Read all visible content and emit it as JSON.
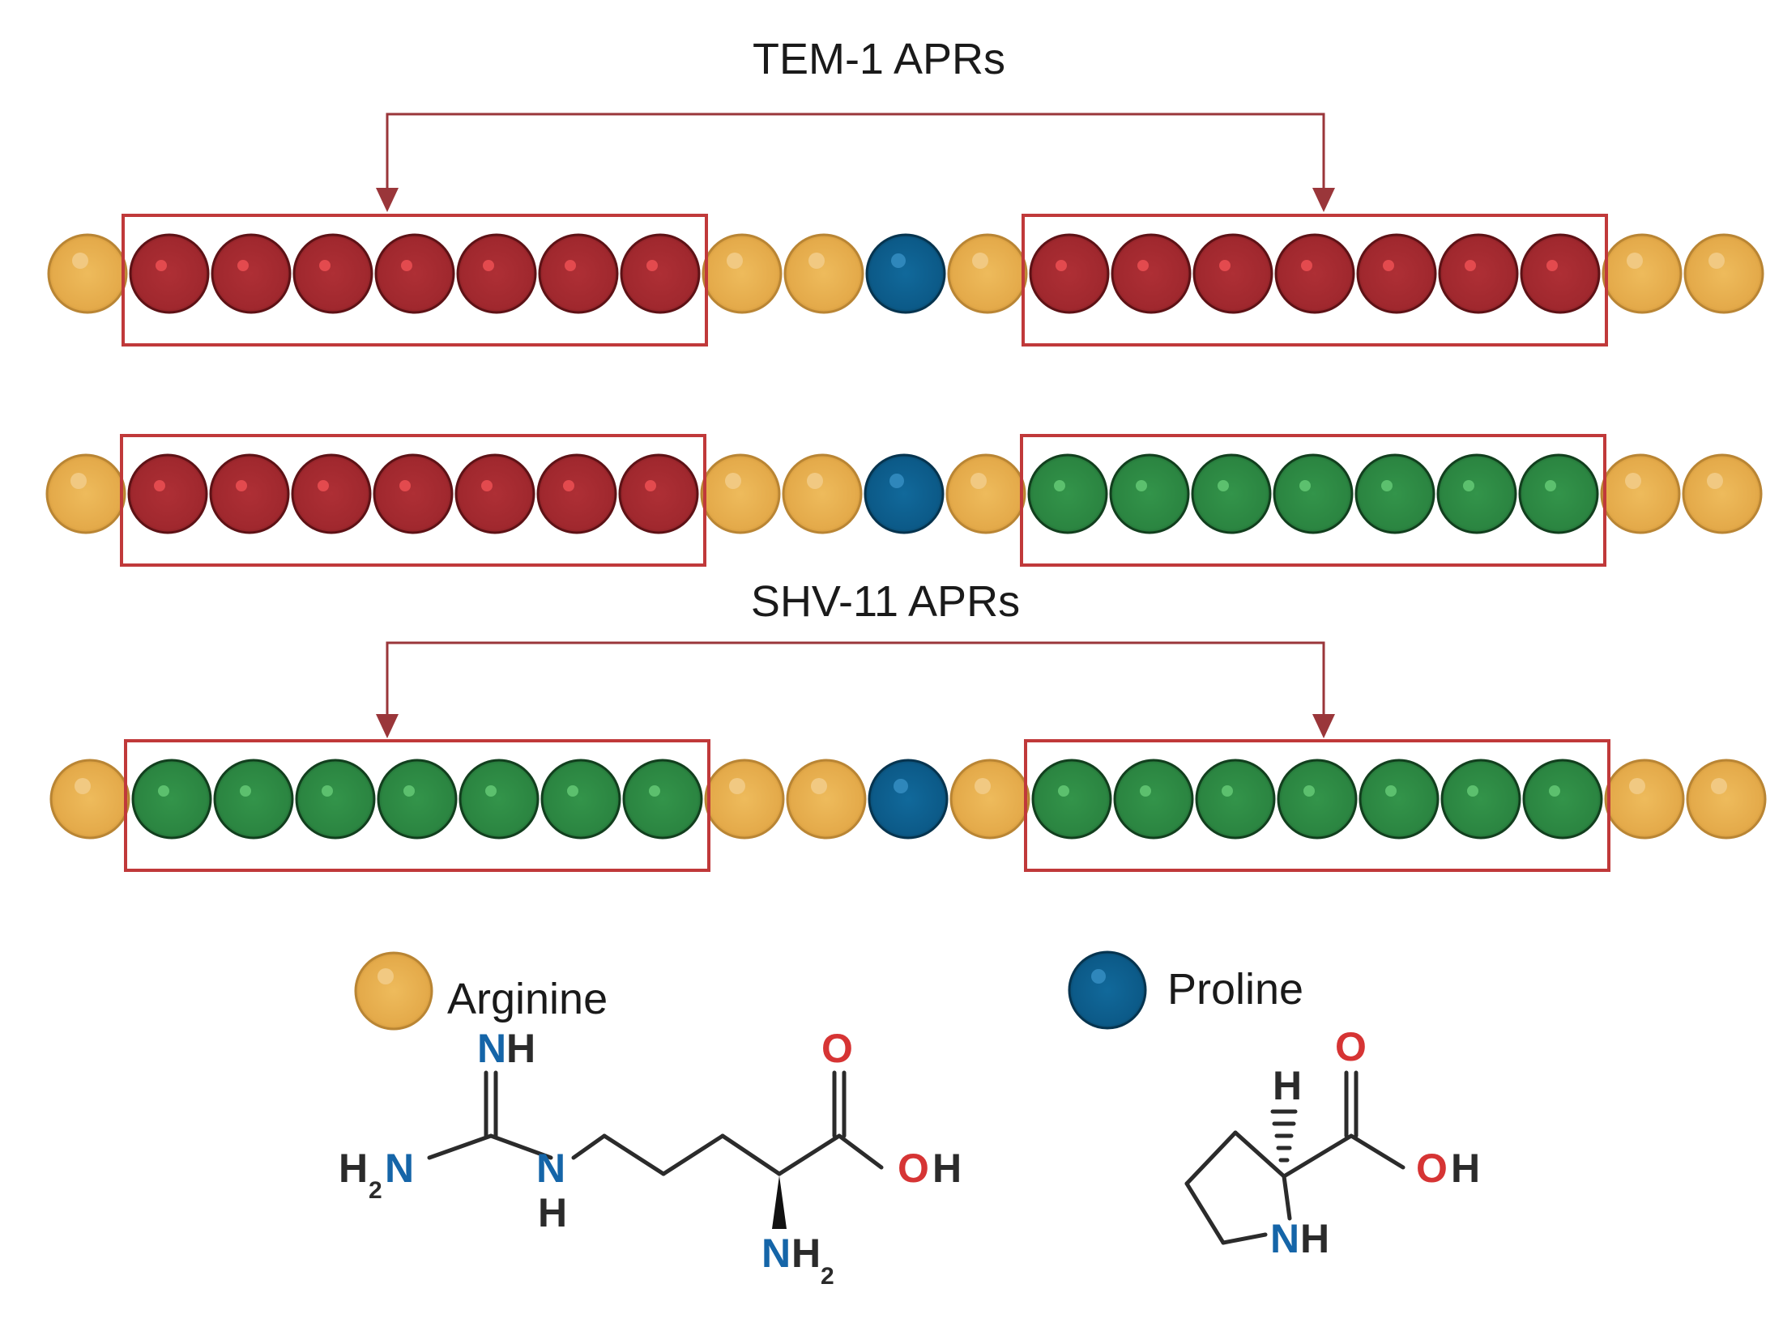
{
  "labels": {
    "top_group": "TEM-1 APRs",
    "bottom_group": "SHV-11 APRs"
  },
  "colors": {
    "arginine": "#E5AE4F",
    "proline": "#0E5F8E",
    "red_residue": "#A32A2F",
    "green_residue": "#2E8B44",
    "box": "#C0393A",
    "arrow": "#9A363A",
    "heteroatom_N": "#1565A8",
    "heteroatom_O": "#D63434",
    "bond": "#2B2B2B"
  },
  "chains": [
    {
      "id": "tem1-chain",
      "residues": [
        "arginine",
        "red",
        "red",
        "red",
        "red",
        "red",
        "red",
        "red",
        "arginine",
        "arginine",
        "proline",
        "arginine",
        "red",
        "red",
        "red",
        "red",
        "red",
        "red",
        "red",
        "arginine",
        "arginine"
      ]
    },
    {
      "id": "hybrid-chain",
      "residues": [
        "arginine",
        "red",
        "red",
        "red",
        "red",
        "red",
        "red",
        "red",
        "arginine",
        "arginine",
        "proline",
        "arginine",
        "green",
        "green",
        "green",
        "green",
        "green",
        "green",
        "green",
        "arginine",
        "arginine"
      ]
    },
    {
      "id": "shv11-chain",
      "residues": [
        "arginine",
        "green",
        "green",
        "green",
        "green",
        "green",
        "green",
        "green",
        "arginine",
        "arginine",
        "proline",
        "arginine",
        "green",
        "green",
        "green",
        "green",
        "green",
        "green",
        "green",
        "arginine",
        "arginine"
      ]
    }
  ],
  "legend": {
    "arginine": {
      "label": "Arginine",
      "icon": "arginine-bead-icon"
    },
    "proline": {
      "label": "Proline",
      "icon": "proline-bead-icon"
    }
  },
  "structures": {
    "arginine": {
      "imine_N": "N",
      "imine_H": "H",
      "amine_H2": "H",
      "amine_H2_sub": "2",
      "amine_N": "N",
      "sec_N": "N",
      "sec_H": "H",
      "carbonyl_O": "O",
      "hydroxyl_O": "O",
      "hydroxyl_H": "H",
      "alpha_N": "N",
      "alpha_H": "H",
      "alpha_sub": "2"
    },
    "proline": {
      "alpha_H": "H",
      "carbonyl_O": "O",
      "hydroxyl_O": "O",
      "hydroxyl_H": "H",
      "ring_N": "N",
      "ring_H": "H"
    }
  }
}
